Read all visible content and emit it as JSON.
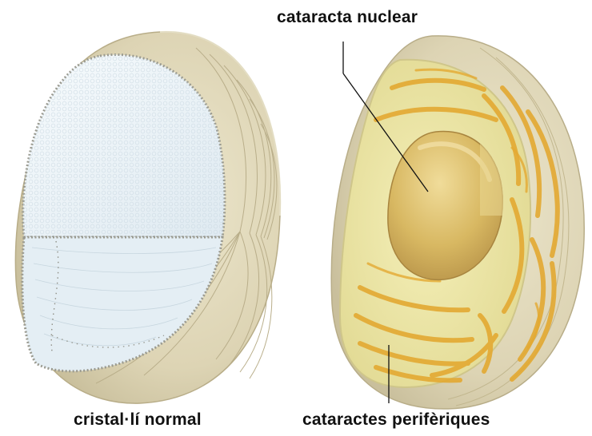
{
  "labels": {
    "nuclear": "cataracta nuclear",
    "normal": "cristal·lí normal",
    "peripheral": "cataractes perifèriques"
  },
  "colors": {
    "lens_outer": "#ddd4b4",
    "lens_fiber_lines": "#b9ae8a",
    "normal_cut_face": "#e8f2f8",
    "capsule_dots": "#8f8f86",
    "cataract_inner": "#eee7a0",
    "nucleus": "#d7b760",
    "nucleus_highlight": "#efd992",
    "cortical_streaks": "#e3a932"
  },
  "icons": [
    "normal-lens-illustration",
    "cataract-lens-illustration"
  ]
}
